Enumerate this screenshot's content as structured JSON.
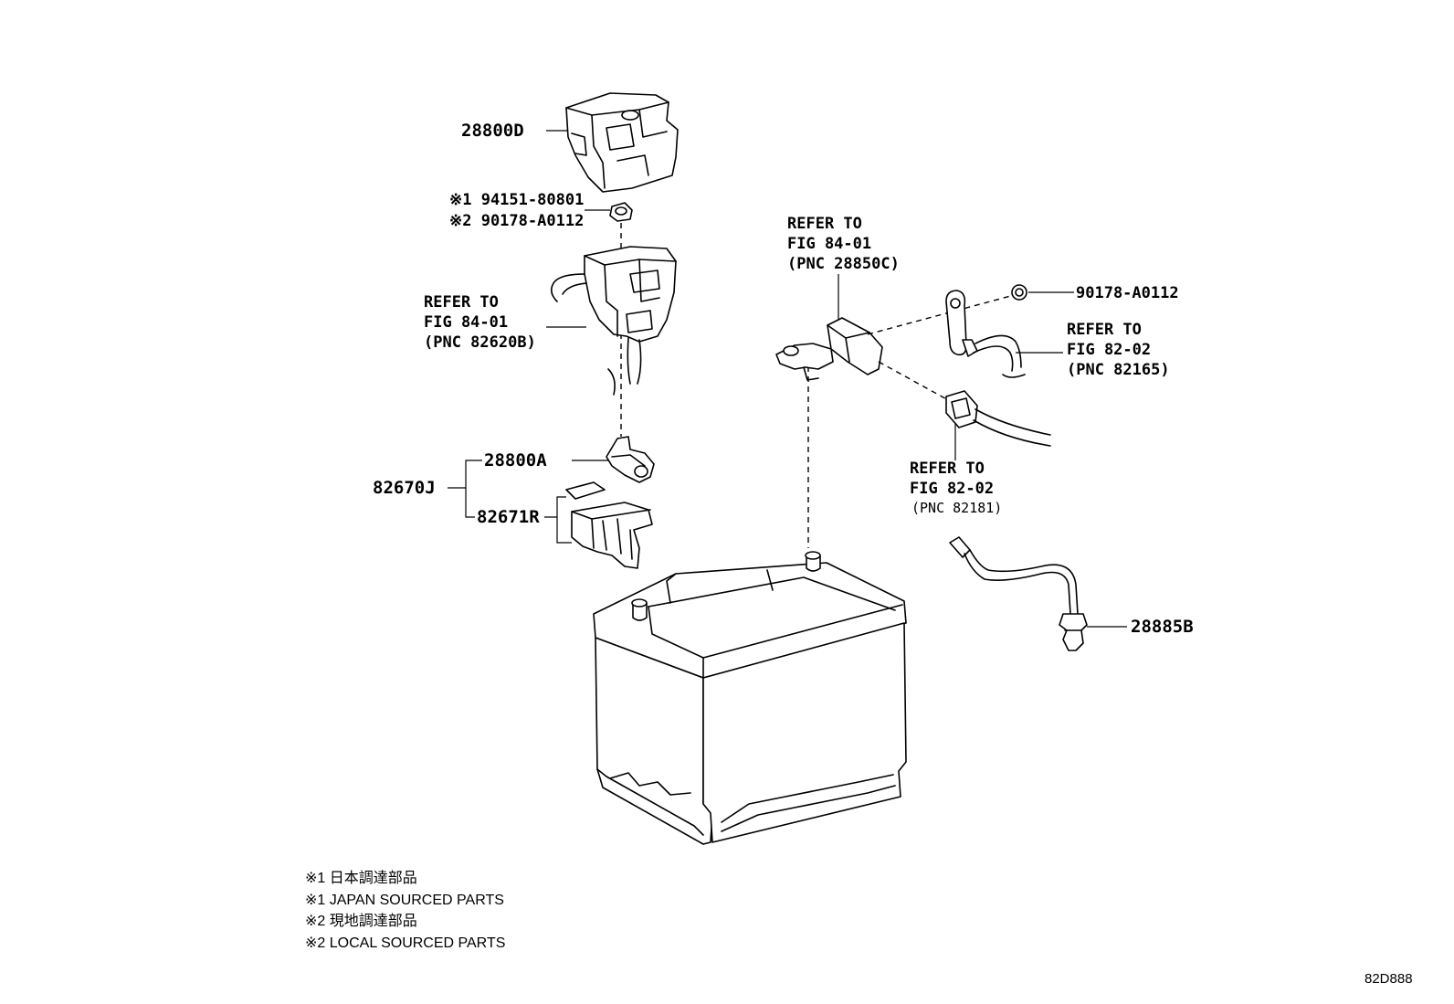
{
  "labels": {
    "p28800D": "28800D",
    "note1_part": "※1 94151-80801",
    "note2_part": "※2 90178-A0112",
    "ref_82620B": [
      "REFER TO",
      "FIG 84-01",
      "(PNC 82620B)"
    ],
    "p28800A": "28800A",
    "p82670J": "82670J",
    "p82671R": "82671R",
    "ref_28850C": [
      "REFER TO",
      "FIG 84-01",
      "(PNC 28850C)"
    ],
    "p90178": "90178-A0112",
    "ref_82165": [
      "REFER TO",
      "FIG 82-02",
      "(PNC 82165)"
    ],
    "ref_82181": [
      "REFER TO",
      "FIG 82-02",
      "(PNC 82181)"
    ],
    "p28885B": "28885B"
  },
  "notes": [
    "※1 日本調達部品",
    "※1 JAPAN SOURCED PARTS",
    "※2 現地調達部品",
    "※2 LOCAL SOURCED PARTS"
  ],
  "figure_id": "82D888"
}
